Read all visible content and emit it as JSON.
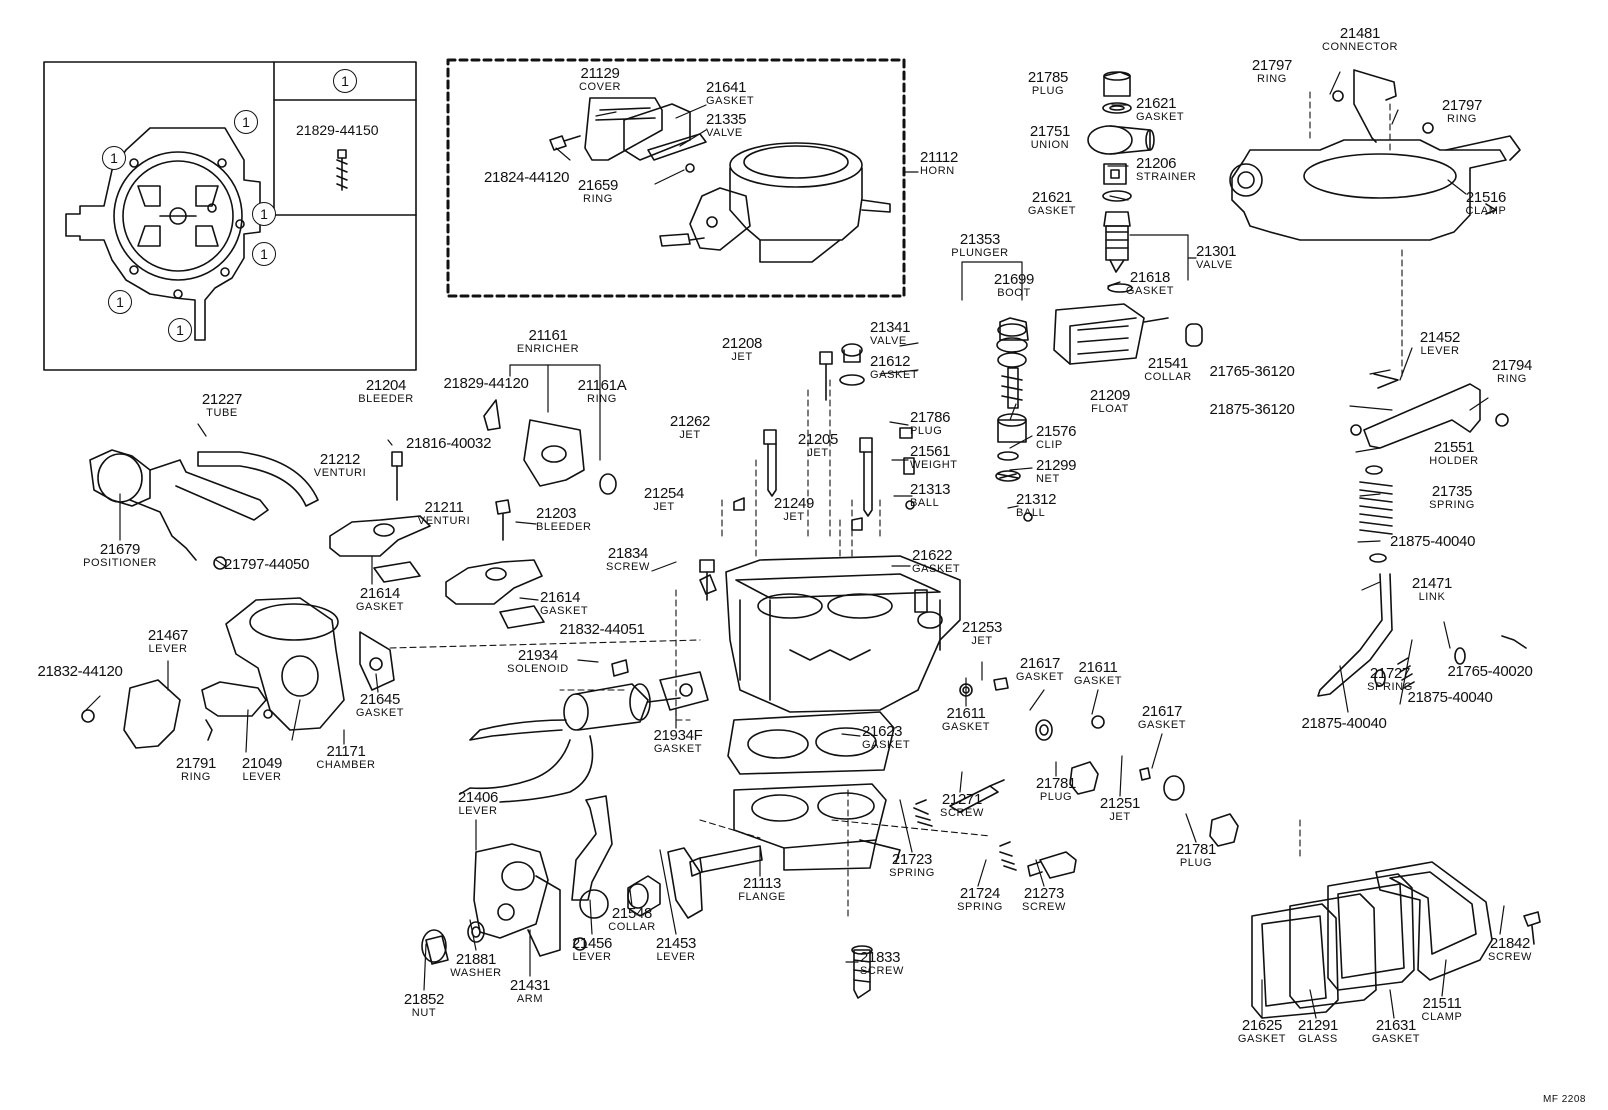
{
  "inset": {
    "ref_mark": "1",
    "part_no": "21829-44150"
  },
  "labels": [
    {
      "id": "21129",
      "num": "21129",
      "name": "COVER"
    },
    {
      "id": "21641",
      "num": "21641",
      "name": "GASKET"
    },
    {
      "id": "21335",
      "num": "21335",
      "name": "VALVE"
    },
    {
      "id": "21824-44120",
      "num": "21824-44120",
      "name": ""
    },
    {
      "id": "21659",
      "num": "21659",
      "name": "RING"
    },
    {
      "id": "21112",
      "num": "21112",
      "name": "HORN"
    },
    {
      "id": "21785",
      "num": "21785",
      "name": "PLUG"
    },
    {
      "id": "21621a",
      "num": "21621",
      "name": "GASKET"
    },
    {
      "id": "21751",
      "num": "21751",
      "name": "UNION"
    },
    {
      "id": "21206",
      "num": "21206",
      "name": "STRAINER"
    },
    {
      "id": "21621b",
      "num": "21621",
      "name": "GASKET"
    },
    {
      "id": "21353",
      "num": "21353",
      "name": "PLUNGER"
    },
    {
      "id": "21699",
      "num": "21699",
      "name": "BOOT"
    },
    {
      "id": "21301",
      "num": "21301",
      "name": "VALVE"
    },
    {
      "id": "21618",
      "num": "21618",
      "name": "GASKET"
    },
    {
      "id": "21209",
      "num": "21209",
      "name": "FLOAT"
    },
    {
      "id": "21541",
      "num": "21541",
      "name": "COLLAR"
    },
    {
      "id": "21481",
      "num": "21481",
      "name": "CONNECTOR"
    },
    {
      "id": "21797a",
      "num": "21797",
      "name": "RING"
    },
    {
      "id": "21797b",
      "num": "21797",
      "name": "RING"
    },
    {
      "id": "21516",
      "num": "21516",
      "name": "CLAMP"
    },
    {
      "id": "21452",
      "num": "21452",
      "name": "LEVER"
    },
    {
      "id": "21765-36120",
      "num": "21765-36120",
      "name": ""
    },
    {
      "id": "21875-36120",
      "num": "21875-36120",
      "name": ""
    },
    {
      "id": "21794",
      "num": "21794",
      "name": "RING"
    },
    {
      "id": "21551",
      "num": "21551",
      "name": "HOLDER"
    },
    {
      "id": "21735",
      "num": "21735",
      "name": "SPRING"
    },
    {
      "id": "21875-40040a",
      "num": "21875-40040",
      "name": ""
    },
    {
      "id": "21471",
      "num": "21471",
      "name": "LINK"
    },
    {
      "id": "21727",
      "num": "21727",
      "name": "SPRING"
    },
    {
      "id": "21765-40020",
      "num": "21765-40020",
      "name": ""
    },
    {
      "id": "21875-40040b",
      "num": "21875-40040",
      "name": ""
    },
    {
      "id": "21875-40040c",
      "num": "21875-40040",
      "name": ""
    },
    {
      "id": "21161",
      "num": "21161",
      "name": "ENRICHER"
    },
    {
      "id": "21829-44120",
      "num": "21829-44120",
      "name": ""
    },
    {
      "id": "21161A",
      "num": "21161A",
      "name": "RING"
    },
    {
      "id": "21227",
      "num": "21227",
      "name": "TUBE"
    },
    {
      "id": "21204",
      "num": "21204",
      "name": "BLEEDER"
    },
    {
      "id": "21816-40032",
      "num": "21816-40032",
      "name": ""
    },
    {
      "id": "21212",
      "num": "21212",
      "name": "VENTURI"
    },
    {
      "id": "21211",
      "num": "21211",
      "name": "VENTURI"
    },
    {
      "id": "21203",
      "num": "21203",
      "name": "BLEEDER"
    },
    {
      "id": "21614a",
      "num": "21614",
      "name": "GASKET"
    },
    {
      "id": "21614b",
      "num": "21614",
      "name": "GASKET"
    },
    {
      "id": "21679",
      "num": "21679",
      "name": "POSITIONER"
    },
    {
      "id": "21797-44050",
      "num": "21797-44050",
      "name": ""
    },
    {
      "id": "21208",
      "num": "21208",
      "name": "JET"
    },
    {
      "id": "21341",
      "num": "21341",
      "name": "VALVE"
    },
    {
      "id": "21612",
      "num": "21612",
      "name": "GASKET"
    },
    {
      "id": "21262",
      "num": "21262",
      "name": "JET"
    },
    {
      "id": "21786",
      "num": "21786",
      "name": "PLUG"
    },
    {
      "id": "21205",
      "num": "21205",
      "name": "JET"
    },
    {
      "id": "21561",
      "num": "21561",
      "name": "WEIGHT"
    },
    {
      "id": "21576",
      "num": "21576",
      "name": "CLIP"
    },
    {
      "id": "21299",
      "num": "21299",
      "name": "NET"
    },
    {
      "id": "21313",
      "num": "21313",
      "name": "BALL"
    },
    {
      "id": "21312",
      "num": "21312",
      "name": "BALL"
    },
    {
      "id": "21254",
      "num": "21254",
      "name": "JET"
    },
    {
      "id": "21249",
      "num": "21249",
      "name": "JET"
    },
    {
      "id": "21834",
      "num": "21834",
      "name": "SCREW"
    },
    {
      "id": "21622",
      "num": "21622",
      "name": "GASKET"
    },
    {
      "id": "21253",
      "num": "21253",
      "name": "JET"
    },
    {
      "id": "21617a",
      "num": "21617",
      "name": "GASKET"
    },
    {
      "id": "21611a",
      "num": "21611",
      "name": "GASKET"
    },
    {
      "id": "21611b",
      "num": "21611",
      "name": "GASKET"
    },
    {
      "id": "21617b",
      "num": "21617",
      "name": "GASKET"
    },
    {
      "id": "21467",
      "num": "21467",
      "name": "LEVER"
    },
    {
      "id": "21832-44120",
      "num": "21832-44120",
      "name": ""
    },
    {
      "id": "21832-44051",
      "num": "21832-44051",
      "name": ""
    },
    {
      "id": "21934",
      "num": "21934",
      "name": "SOLENOID"
    },
    {
      "id": "21645",
      "num": "21645",
      "name": "GASKET"
    },
    {
      "id": "21934F",
      "num": "21934F",
      "name": "GASKET"
    },
    {
      "id": "21791",
      "num": "21791",
      "name": "RING"
    },
    {
      "id": "21049",
      "num": "21049",
      "name": "LEVER"
    },
    {
      "id": "21171",
      "num": "21171",
      "name": "CHAMBER"
    },
    {
      "id": "21623",
      "num": "21623",
      "name": "GASKET"
    },
    {
      "id": "21781a",
      "num": "21781",
      "name": "PLUG"
    },
    {
      "id": "21251",
      "num": "21251",
      "name": "JET"
    },
    {
      "id": "21781b",
      "num": "21781",
      "name": "PLUG"
    },
    {
      "id": "21271",
      "num": "21271",
      "name": "SCREW"
    },
    {
      "id": "21723",
      "num": "21723",
      "name": "SPRING"
    },
    {
      "id": "21724",
      "num": "21724",
      "name": "SPRING"
    },
    {
      "id": "21273",
      "num": "21273",
      "name": "SCREW"
    },
    {
      "id": "21406",
      "num": "21406",
      "name": "LEVER"
    },
    {
      "id": "21113",
      "num": "21113",
      "name": "FLANGE"
    },
    {
      "id": "21548",
      "num": "21548",
      "name": "COLLAR"
    },
    {
      "id": "21456",
      "num": "21456",
      "name": "LEVER"
    },
    {
      "id": "21453",
      "num": "21453",
      "name": "LEVER"
    },
    {
      "id": "21431",
      "num": "21431",
      "name": "ARM"
    },
    {
      "id": "21881",
      "num": "21881",
      "name": "WASHER"
    },
    {
      "id": "21852",
      "num": "21852",
      "name": "NUT"
    },
    {
      "id": "21833",
      "num": "21833",
      "name": "SCREW"
    },
    {
      "id": "21625",
      "num": "21625",
      "name": "GASKET"
    },
    {
      "id": "21291",
      "num": "21291",
      "name": "GLASS"
    },
    {
      "id": "21631",
      "num": "21631",
      "name": "GASKET"
    },
    {
      "id": "21511",
      "num": "21511",
      "name": "CLAMP"
    },
    {
      "id": "21842",
      "num": "21842",
      "name": "SCREW"
    }
  ],
  "footer_code": "MF 2208"
}
